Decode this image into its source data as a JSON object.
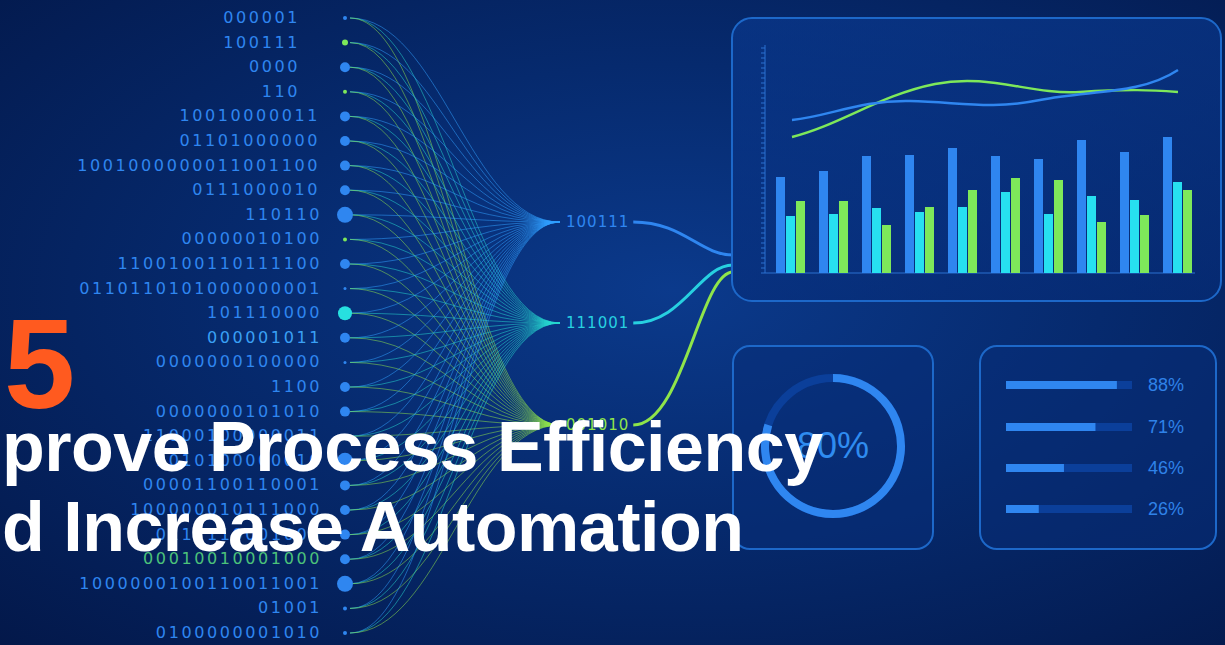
{
  "diagram": {
    "nodes": [
      {
        "text": [
          "80%"
        ]
      },
      {
        "text": [
          "88%",
          "71%",
          "46%",
          "26%"
        ]
      }
    ],
    "labels": [
      "000001",
      "100111",
      "0000",
      "110",
      "10010000011",
      "01101000000",
      "1001000000011001100",
      "0111000010",
      "110110",
      "00000010100",
      "1100100110111100",
      "0110110101000000001",
      "101110000",
      "000001011",
      "0000000100000",
      "1100",
      "0000000101010",
      "11000100000011",
      "1010100000010",
      "00001100110001",
      "100000010111000",
      "0111110001000",
      "00010010001000",
      "1000000100110011001",
      "01001",
      "0100000001010",
      "100111",
      "111001",
      "001010",
      "5",
      "prove Process Efficiency",
      "d Increase Automation"
    ]
  }
}
